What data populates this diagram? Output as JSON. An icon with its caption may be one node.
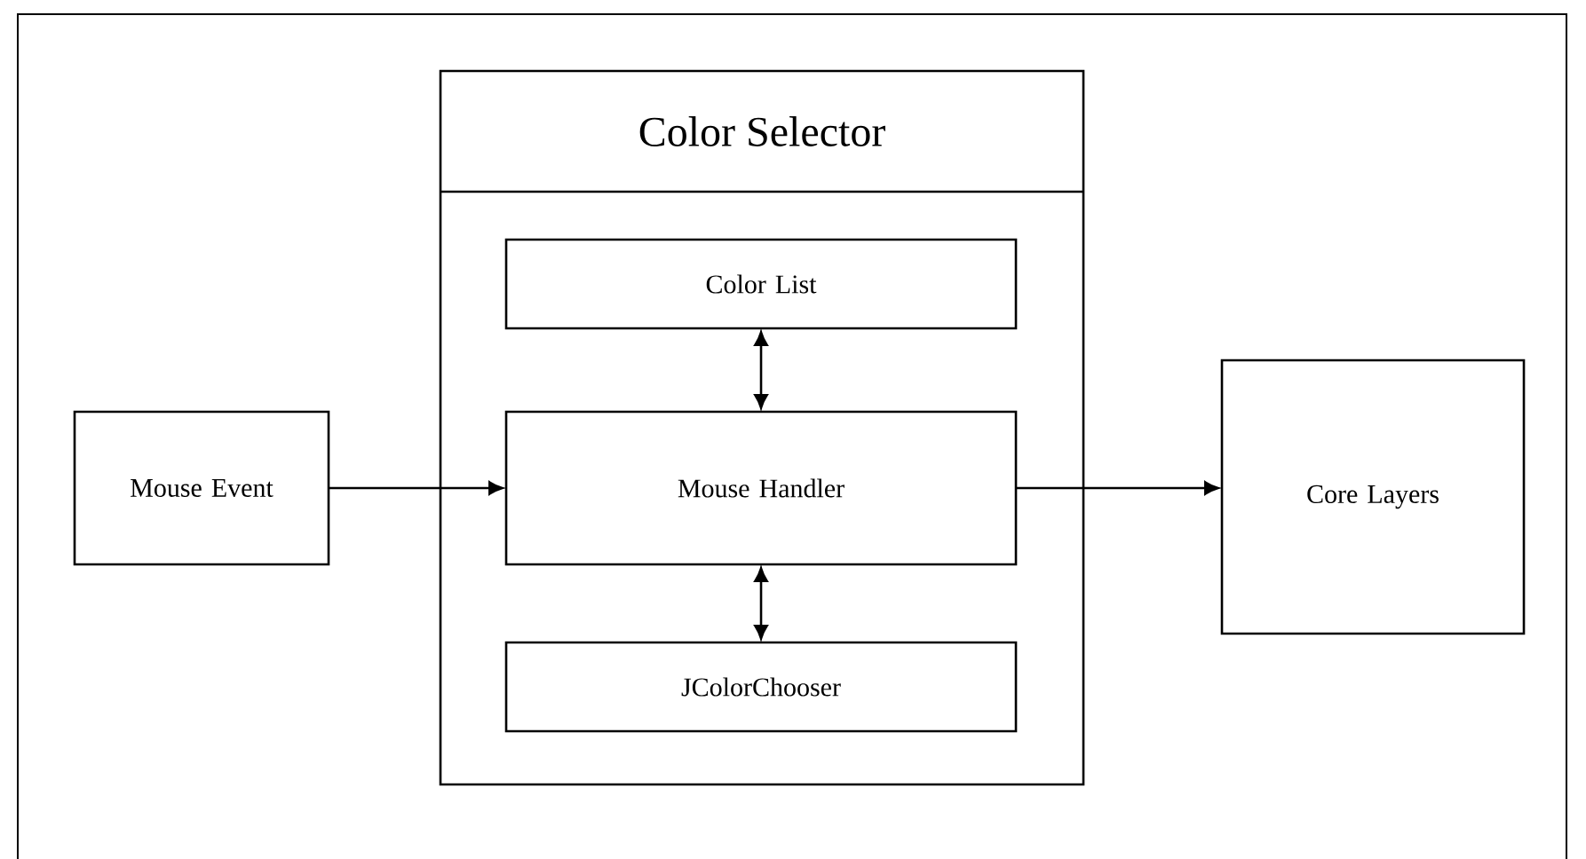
{
  "diagram": {
    "nodes": [
      {
        "text": [
          "Mouse Event"
        ]
      },
      {
        "text": [
          "Color Selector"
        ]
      },
      {
        "text": [
          "Color List"
        ],
        "in": 1
      },
      {
        "text": [
          "Mouse Handler"
        ],
        "in": 1
      },
      {
        "text": [
          "JColorChooser"
        ],
        "in": 1
      },
      {
        "text": [
          "Core Layers"
        ]
      }
    ],
    "edges": [
      {
        "from": 0,
        "to": 3,
        "arrow": "to"
      },
      {
        "from": 2,
        "to": 3,
        "arrow": "both"
      },
      {
        "from": 3,
        "to": 4,
        "arrow": "both"
      },
      {
        "from": 3,
        "to": 5,
        "arrow": "to"
      }
    ]
  }
}
